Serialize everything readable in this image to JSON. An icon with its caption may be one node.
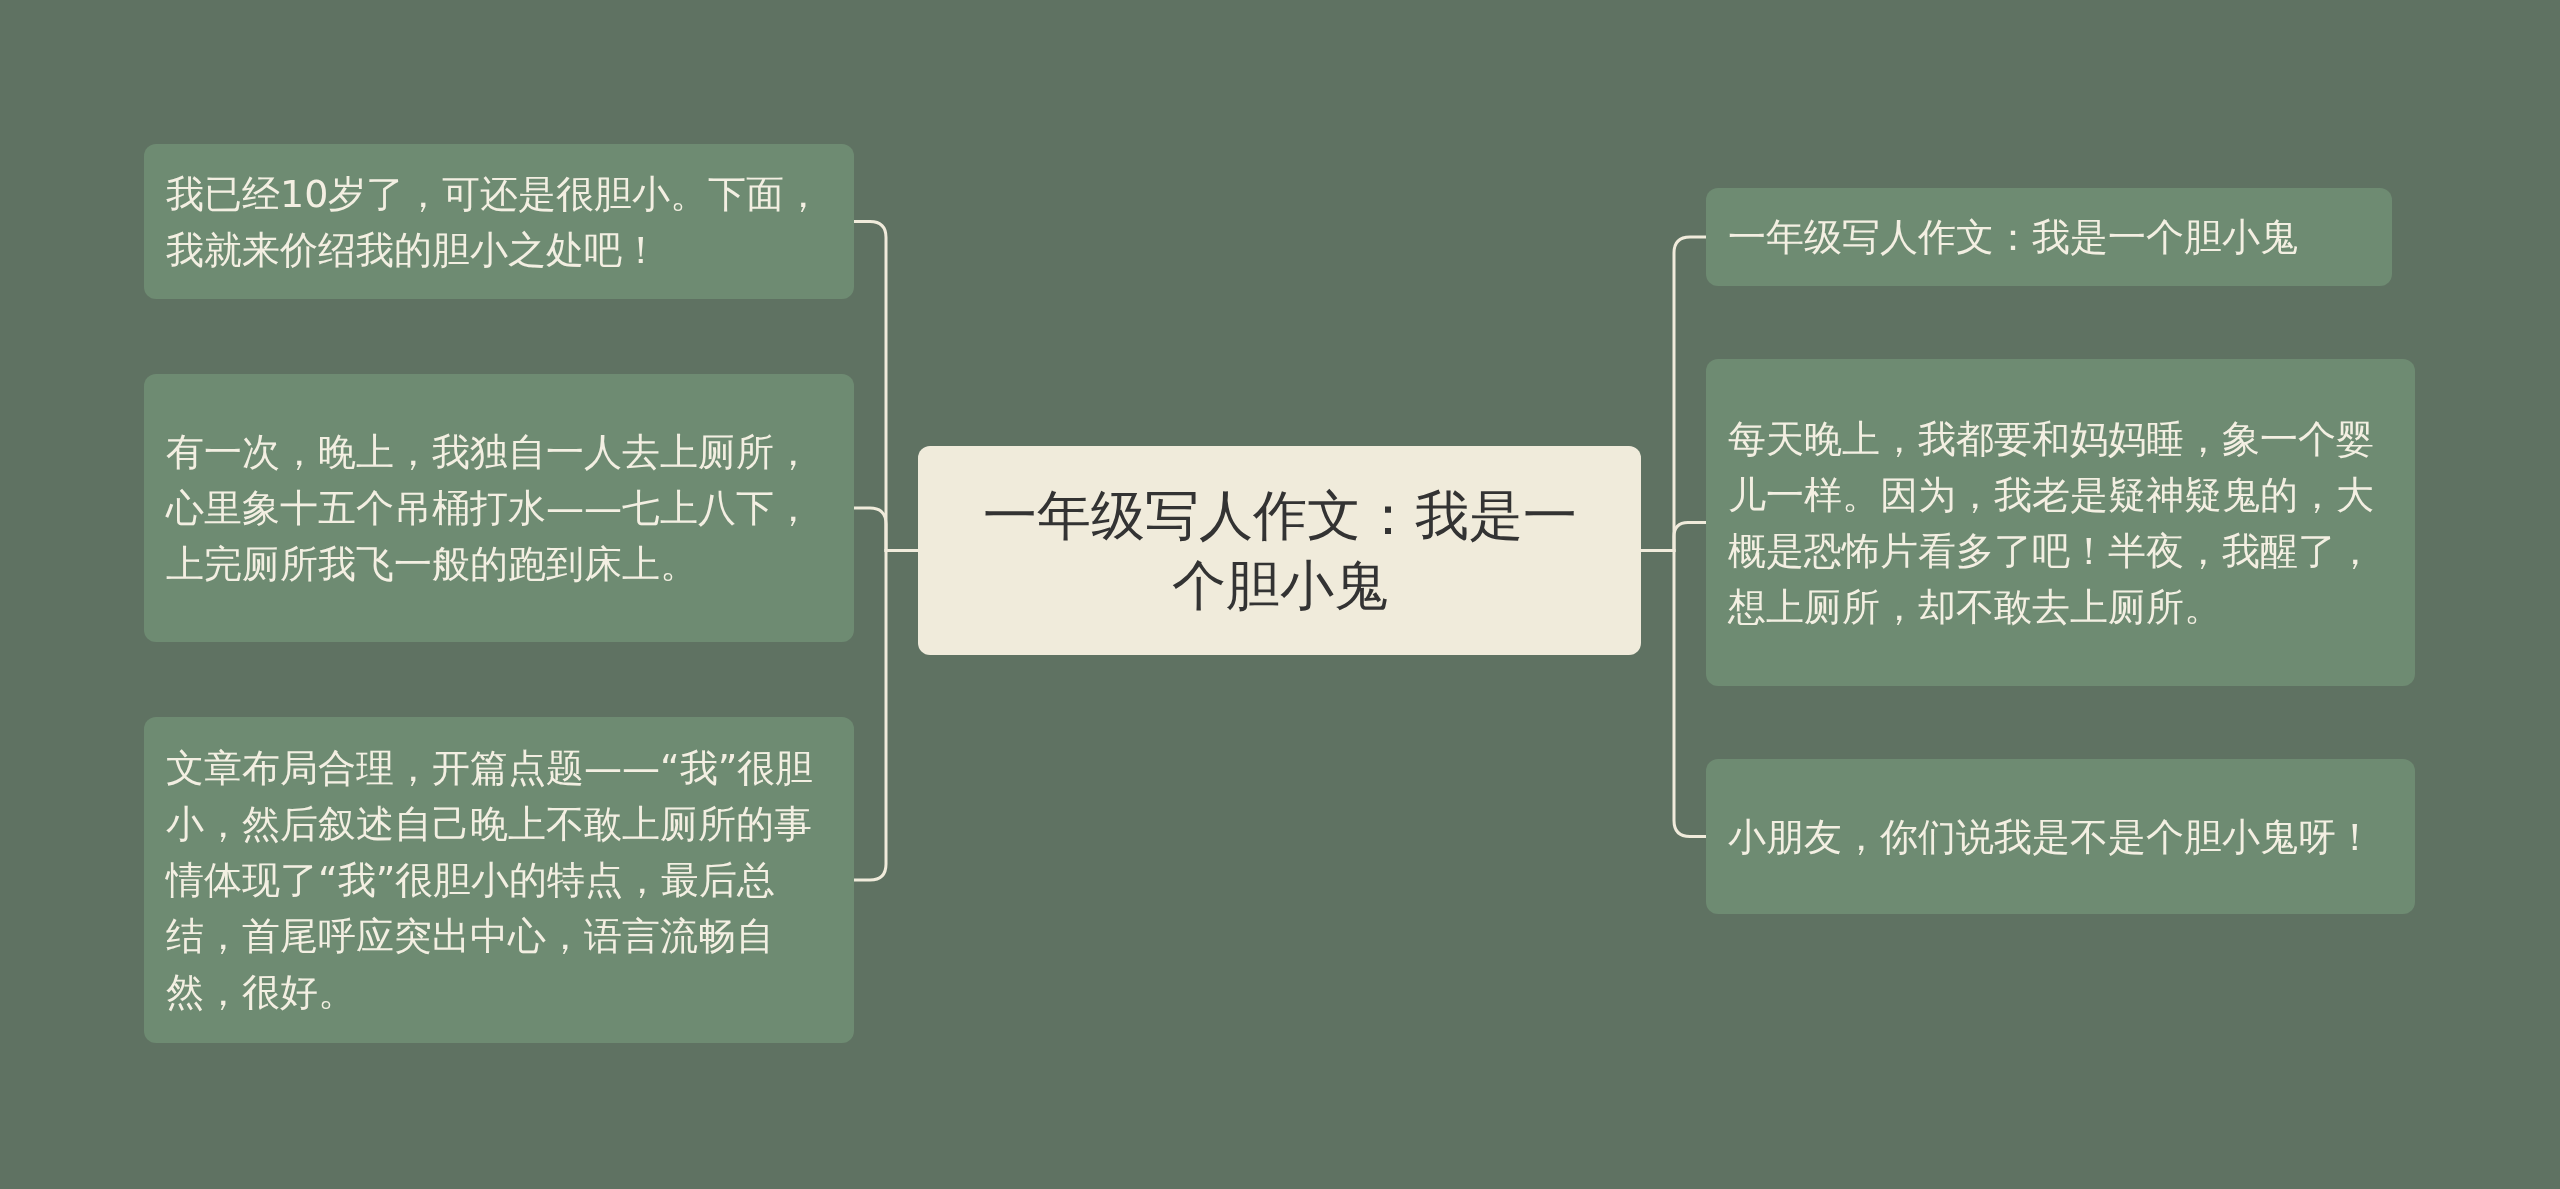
{
  "diagram": {
    "nodes": [
      {
        "text": [
          "一年级写人作文：我是一个胆小鬼"
        ]
      },
      {
        "text": [
          "我已经10岁了，可还是很胆小。下面，我就来价绍我的胆小之处吧！"
        ]
      },
      {
        "text": [
          "有一次，晚上，我独自一人去上厕所，心里象十五个吊桶打水——七上八下，上完厕所我飞一般的跑到床上。"
        ]
      },
      {
        "text": [
          "文章布局合理，开篇点题——“我”很胆小，然后叙述自己晚上不敢上厕所的事情体现了“我”很胆小的特点，最后总结，首尾呼应突出中心，语言流畅自然，很好。"
        ]
      },
      {
        "text": [
          "一年级写人作文：我是一个胆小鬼"
        ]
      },
      {
        "text": [
          "每天晚上，我都要和妈妈睡，象一个婴儿一样。因为，我老是疑神疑鬼的，大概是恐怖片看多了吧！半夜，我醒了，想上厕所，却不敢去上厕所。"
        ]
      },
      {
        "text": [
          "小朋友，你们说我是不是个胆小鬼呀！"
        ]
      }
    ],
    "edges": [
      {
        "from": 0,
        "to": 1,
        "arrow": "none"
      },
      {
        "from": 0,
        "to": 2,
        "arrow": "none"
      },
      {
        "from": 0,
        "to": 3,
        "arrow": "none"
      },
      {
        "from": 0,
        "to": 4,
        "arrow": "none"
      },
      {
        "from": 0,
        "to": 5,
        "arrow": "none"
      },
      {
        "from": 0,
        "to": 6,
        "arrow": "none"
      }
    ]
  }
}
